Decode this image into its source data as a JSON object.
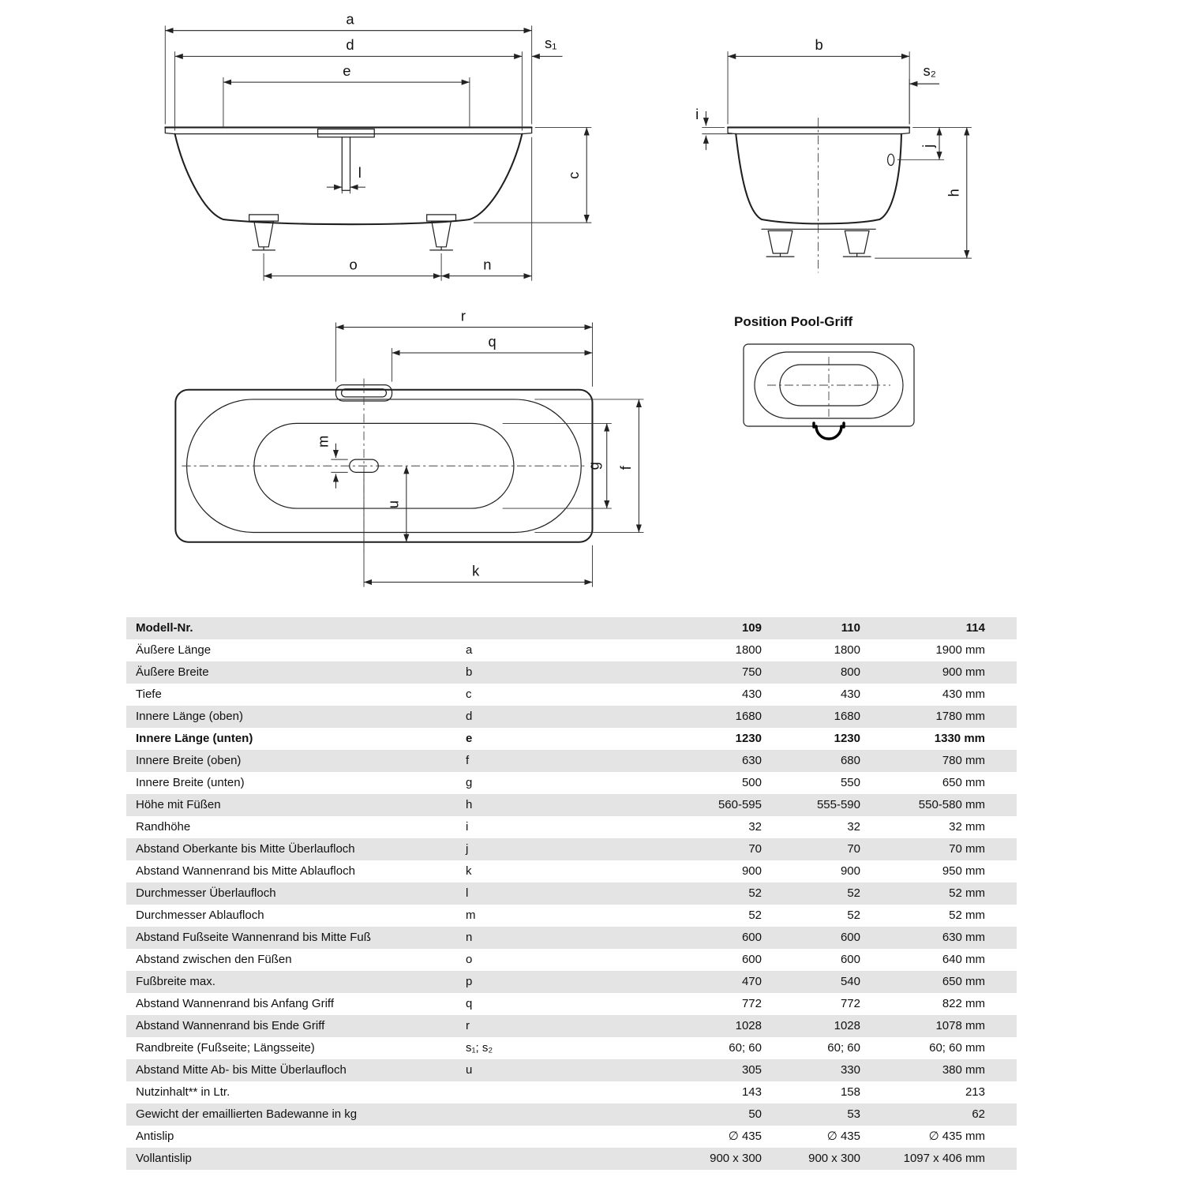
{
  "diagrams": {
    "side_view": {
      "labels": {
        "a": "a",
        "d": "d",
        "e": "e",
        "s1": "s₁",
        "l": "l",
        "c": "c",
        "o": "o",
        "n": "n"
      }
    },
    "end_view": {
      "labels": {
        "b": "b",
        "s2": "s₂",
        "i": "i",
        "j": "j",
        "h": "h"
      }
    },
    "top_view": {
      "labels": {
        "r": "r",
        "q": "q",
        "m": "m",
        "u": "u",
        "g": "g",
        "f": "f",
        "k": "k"
      }
    },
    "pool_grip": {
      "caption": "Position Pool-Griff"
    }
  },
  "table": {
    "header": {
      "label": "Modell-Nr.",
      "letter": "",
      "values": [
        "109",
        "110",
        "114"
      ]
    },
    "rows": [
      {
        "label": "Äußere Länge",
        "letter": "a",
        "values": [
          "1800",
          "1800",
          "1900 mm"
        ]
      },
      {
        "label": "Äußere Breite",
        "letter": "b",
        "values": [
          "750",
          "800",
          "900 mm"
        ]
      },
      {
        "label": "Tiefe",
        "letter": "c",
        "values": [
          "430",
          "430",
          "430 mm"
        ]
      },
      {
        "label": "Innere Länge (oben)",
        "letter": "d",
        "values": [
          "1680",
          "1680",
          "1780 mm"
        ]
      },
      {
        "label": "Innere Länge (unten)",
        "letter": "e",
        "values": [
          "1230",
          "1230",
          "1330 mm"
        ],
        "bold": true
      },
      {
        "label": "Innere Breite (oben)",
        "letter": "f",
        "values": [
          "630",
          "680",
          "780 mm"
        ]
      },
      {
        "label": "Innere Breite (unten)",
        "letter": "g",
        "values": [
          "500",
          "550",
          "650 mm"
        ]
      },
      {
        "label": "Höhe mit Füßen",
        "letter": "h",
        "values": [
          "560-595",
          "555-590",
          "550-580 mm"
        ]
      },
      {
        "label": "Randhöhe",
        "letter": "i",
        "values": [
          "32",
          "32",
          "32 mm"
        ]
      },
      {
        "label": "Abstand Oberkante bis Mitte Überlaufloch",
        "letter": "j",
        "values": [
          "70",
          "70",
          "70 mm"
        ]
      },
      {
        "label": "Abstand Wannenrand bis Mitte Ablaufloch",
        "letter": "k",
        "values": [
          "900",
          "900",
          "950 mm"
        ]
      },
      {
        "label": "Durchmesser Überlaufloch",
        "letter": "l",
        "values": [
          "52",
          "52",
          "52 mm"
        ]
      },
      {
        "label": "Durchmesser Ablaufloch",
        "letter": "m",
        "values": [
          "52",
          "52",
          "52 mm"
        ]
      },
      {
        "label": "Abstand Fußseite Wannenrand bis Mitte Fuß",
        "letter": "n",
        "values": [
          "600",
          "600",
          "630 mm"
        ]
      },
      {
        "label": "Abstand zwischen den Füßen",
        "letter": "o",
        "values": [
          "600",
          "600",
          "640 mm"
        ]
      },
      {
        "label": "Fußbreite max.",
        "letter": "p",
        "values": [
          "470",
          "540",
          "650 mm"
        ]
      },
      {
        "label": "Abstand Wannenrand bis Anfang Griff",
        "letter": "q",
        "values": [
          "772",
          "772",
          "822 mm"
        ]
      },
      {
        "label": "Abstand Wannenrand bis Ende Griff",
        "letter": "r",
        "values": [
          "1028",
          "1028",
          "1078 mm"
        ]
      },
      {
        "label": "Randbreite (Fußseite; Längsseite)",
        "letter": "s₁; s₂",
        "values": [
          "60; 60",
          "60; 60",
          "60; 60 mm"
        ]
      },
      {
        "label": "Abstand Mitte Ab- bis Mitte Überlaufloch",
        "letter": "u",
        "values": [
          "305",
          "330",
          "380 mm"
        ]
      },
      {
        "label": "Nutzinhalt** in Ltr.",
        "letter": "",
        "values": [
          "143",
          "158",
          "213"
        ]
      },
      {
        "label": "Gewicht der emaillierten Badewanne in kg",
        "letter": "",
        "values": [
          "50",
          "53",
          "62"
        ]
      },
      {
        "label": "Antislip",
        "letter": "",
        "values": [
          "∅ 435",
          "∅ 435",
          "∅ 435 mm"
        ]
      },
      {
        "label": "Vollantislip",
        "letter": "",
        "values": [
          "900 x 300",
          "900 x 300",
          "1097 x 406 mm"
        ]
      }
    ]
  }
}
